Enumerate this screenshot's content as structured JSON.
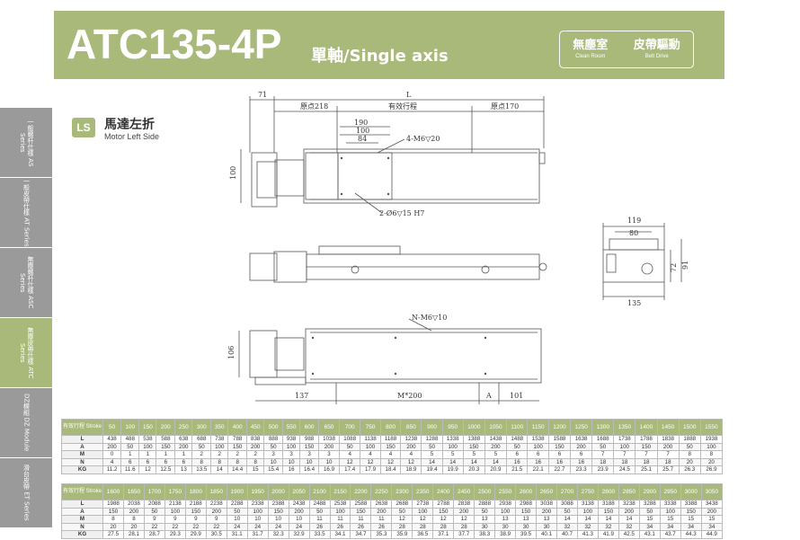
{
  "header": {
    "title": "ATC135-4P",
    "subtitle": "單軸/Single axis",
    "badges": [
      {
        "zh": "無塵室",
        "en": "Clean Room"
      },
      {
        "zh": "皮帶驅動",
        "en": "Belt Drive"
      }
    ]
  },
  "side_tabs": [
    {
      "label": "一般螺杆仕樣 AS Series"
    },
    {
      "label": "一般皮帶仕樣 AT Series"
    },
    {
      "label": "無塵螺杆仕樣 ASC Series"
    },
    {
      "label": "無塵皮帶仕樣 ATC Series"
    },
    {
      "label": "DZ模組 DZ Module"
    },
    {
      "label": "滑台皮帶 ET Series"
    }
  ],
  "section": {
    "badge": "LS",
    "title_zh": "馬達左折",
    "title_en": "Motor Left Side"
  },
  "dims": {
    "d71": "71",
    "dL": "L",
    "origin_left": "原点218",
    "stroke_label": "有效行程",
    "origin_right": "原点170",
    "d190": "190",
    "d100": "100",
    "d84": "84",
    "hole1": "4-M6▽20",
    "hole2": "2-Ø6▽15 H7",
    "h100": "100",
    "d119": "119",
    "d80": "80",
    "d72": "72",
    "d91": "91",
    "d135": "135",
    "hole3": "N-M6▽10",
    "h106": "106",
    "d137": "137",
    "dM": "M*200",
    "dA": "A",
    "d101": "101"
  },
  "table1": {
    "header_label": "有效行程 Stroke",
    "strokes": [
      "50",
      "100",
      "150",
      "200",
      "250",
      "300",
      "350",
      "400",
      "450",
      "500",
      "550",
      "600",
      "650",
      "700",
      "750",
      "800",
      "850",
      "900",
      "950",
      "1000",
      "1050",
      "1100",
      "1150",
      "1200",
      "1250",
      "1300",
      "1350",
      "1400",
      "1450",
      "1500",
      "1550"
    ],
    "rows": [
      {
        "label": "L",
        "values": [
          "438",
          "488",
          "538",
          "588",
          "638",
          "688",
          "738",
          "788",
          "838",
          "888",
          "938",
          "988",
          "1038",
          "1088",
          "1138",
          "1188",
          "1238",
          "1288",
          "1338",
          "1388",
          "1438",
          "1488",
          "1538",
          "1588",
          "1638",
          "1688",
          "1738",
          "1788",
          "1838",
          "1888",
          "1938"
        ]
      },
      {
        "label": "A",
        "values": [
          "200",
          "50",
          "100",
          "150",
          "200",
          "50",
          "100",
          "150",
          "200",
          "50",
          "100",
          "150",
          "200",
          "50",
          "100",
          "150",
          "200",
          "50",
          "100",
          "150",
          "200",
          "50",
          "100",
          "150",
          "200",
          "50",
          "100",
          "150",
          "200",
          "50",
          "100"
        ]
      },
      {
        "label": "M",
        "values": [
          "0",
          "1",
          "1",
          "1",
          "1",
          "2",
          "2",
          "2",
          "2",
          "3",
          "3",
          "3",
          "3",
          "4",
          "4",
          "4",
          "4",
          "5",
          "5",
          "5",
          "5",
          "6",
          "6",
          "6",
          "6",
          "7",
          "7",
          "7",
          "7",
          "8",
          "8"
        ]
      },
      {
        "label": "N",
        "values": [
          "4",
          "6",
          "6",
          "6",
          "6",
          "8",
          "8",
          "8",
          "8",
          "10",
          "10",
          "10",
          "10",
          "12",
          "12",
          "12",
          "12",
          "14",
          "14",
          "14",
          "14",
          "16",
          "16",
          "16",
          "16",
          "18",
          "18",
          "18",
          "18",
          "20",
          "20"
        ]
      },
      {
        "label": "KG",
        "values": [
          "11.2",
          "11.6",
          "12",
          "12.5",
          "13",
          "13.5",
          "14",
          "14.4",
          "15",
          "15.4",
          "16",
          "16.4",
          "16.9",
          "17.4",
          "17.9",
          "18.4",
          "18.9",
          "19.4",
          "19.9",
          "20.3",
          "20.9",
          "21.5",
          "22.1",
          "22.7",
          "23.3",
          "23.9",
          "24.5",
          "25.1",
          "25.7",
          "26.3",
          "26.9"
        ]
      }
    ]
  },
  "table2": {
    "header_label": "有效行程 Stroke",
    "strokes": [
      "1600",
      "1650",
      "1700",
      "1750",
      "1800",
      "1850",
      "1900",
      "1950",
      "2000",
      "2050",
      "2100",
      "2150",
      "2200",
      "2250",
      "2300",
      "2350",
      "2400",
      "2450",
      "2500",
      "2550",
      "2600",
      "2650",
      "2700",
      "2750",
      "2800",
      "2850",
      "2900",
      "2950",
      "3000",
      "3050"
    ],
    "rows": [
      {
        "label": "L",
        "values": [
          "1988",
          "2038",
          "2088",
          "2138",
          "2188",
          "2238",
          "2288",
          "2338",
          "2388",
          "2438",
          "2488",
          "2538",
          "2588",
          "2638",
          "2688",
          "2738",
          "2788",
          "2838",
          "2888",
          "2938",
          "2988",
          "3038",
          "3088",
          "3138",
          "3188",
          "3238",
          "3288",
          "3338",
          "3388",
          "3438"
        ]
      },
      {
        "label": "A",
        "values": [
          "150",
          "200",
          "50",
          "100",
          "150",
          "200",
          "50",
          "100",
          "150",
          "200",
          "50",
          "100",
          "150",
          "200",
          "50",
          "100",
          "150",
          "200",
          "50",
          "100",
          "150",
          "200",
          "50",
          "100",
          "150",
          "200",
          "50",
          "100",
          "150",
          "200"
        ]
      },
      {
        "label": "M",
        "values": [
          "8",
          "8",
          "9",
          "9",
          "9",
          "9",
          "10",
          "10",
          "10",
          "10",
          "11",
          "11",
          "11",
          "11",
          "12",
          "12",
          "12",
          "12",
          "13",
          "13",
          "13",
          "13",
          "14",
          "14",
          "14",
          "14",
          "15",
          "15",
          "15",
          "15"
        ]
      },
      {
        "label": "N",
        "values": [
          "20",
          "20",
          "22",
          "22",
          "22",
          "22",
          "24",
          "24",
          "24",
          "24",
          "26",
          "26",
          "26",
          "26",
          "28",
          "28",
          "28",
          "28",
          "30",
          "30",
          "30",
          "30",
          "32",
          "32",
          "32",
          "32",
          "34",
          "34",
          "34",
          "34"
        ]
      },
      {
        "label": "KG",
        "values": [
          "27.5",
          "28.1",
          "28.7",
          "29.3",
          "29.9",
          "30.5",
          "31.1",
          "31.7",
          "32.3",
          "32.9",
          "33.5",
          "34.1",
          "34.7",
          "35.3",
          "35.9",
          "36.5",
          "37.1",
          "37.7",
          "38.3",
          "38.9",
          "39.5",
          "40.1",
          "40.7",
          "41.3",
          "41.9",
          "42.5",
          "43.1",
          "43.7",
          "44.3",
          "44.9"
        ]
      }
    ]
  },
  "colors": {
    "accent": "#a8b97a",
    "tab_gray": "#9a9a9a"
  }
}
